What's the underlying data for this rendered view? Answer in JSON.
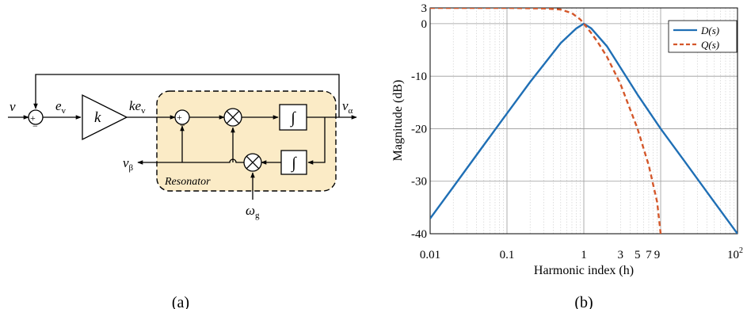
{
  "panel_a": {
    "caption": "(a)",
    "input_label": "v",
    "error_label_main": "e",
    "error_label_sub": "v",
    "gain_label": "k",
    "gain_out_main": "ke",
    "gain_out_sub": "v",
    "alpha_out_main": "v",
    "alpha_out_sub": "α",
    "beta_out_main": "v",
    "beta_out_sub": "β",
    "omega_main": "ω",
    "omega_sub": "g",
    "resonator_label": "Resonator",
    "integrator_symbol": "∫",
    "sum_plus": "+",
    "sum_minus": "−",
    "multiply_symbol": "⊗"
  },
  "panel_b": {
    "caption": "(b)",
    "colors": {
      "D": "#1f6fb5",
      "Q": "#d4572a"
    },
    "chart_data": {
      "type": "line",
      "xlabel": "Harmonic index (h)",
      "ylabel": "Magnitude (dB)",
      "xscale": "log",
      "xlim": [
        0.01,
        100
      ],
      "ylim": [
        -40,
        3
      ],
      "x_ticks": [
        "0.01",
        "0.1",
        "1",
        "3",
        "5",
        "7",
        "9"
      ],
      "x_tick_values": [
        0.01,
        0.1,
        1,
        3,
        5,
        7,
        9
      ],
      "x_max_tick_base": "10",
      "x_max_tick_exp": "2",
      "y_ticks": [
        "3",
        "0",
        "-10",
        "-20",
        "-30",
        "-40"
      ],
      "y_tick_values": [
        3,
        0,
        -10,
        -20,
        -30,
        -40
      ],
      "grid": true,
      "legend_position": "top-right",
      "series": [
        {
          "name": "D(s)",
          "style": "solid",
          "x": [
            0.01,
            0.02,
            0.05,
            0.1,
            0.2,
            0.5,
            0.8,
            1.0,
            1.25,
            2,
            5,
            10,
            20,
            50,
            100
          ],
          "y": [
            -37.1,
            -31.1,
            -23.1,
            -17.1,
            -11.1,
            -3.7,
            -0.9,
            0.0,
            -0.9,
            -4.3,
            -13.5,
            -20.0,
            -26.0,
            -34.0,
            -40.0
          ]
        },
        {
          "name": "Q(s)",
          "style": "dashed",
          "x": [
            0.01,
            0.1,
            0.3,
            0.5,
            0.7,
            0.9,
            1.0,
            1.25,
            1.5,
            2,
            3,
            5,
            7,
            9,
            10
          ],
          "y": [
            3.0,
            3.0,
            2.9,
            2.7,
            2.0,
            0.8,
            0.0,
            -1.8,
            -3.4,
            -6.3,
            -11.5,
            -20.0,
            -27.0,
            -34.0,
            -40.0
          ]
        }
      ]
    }
  }
}
